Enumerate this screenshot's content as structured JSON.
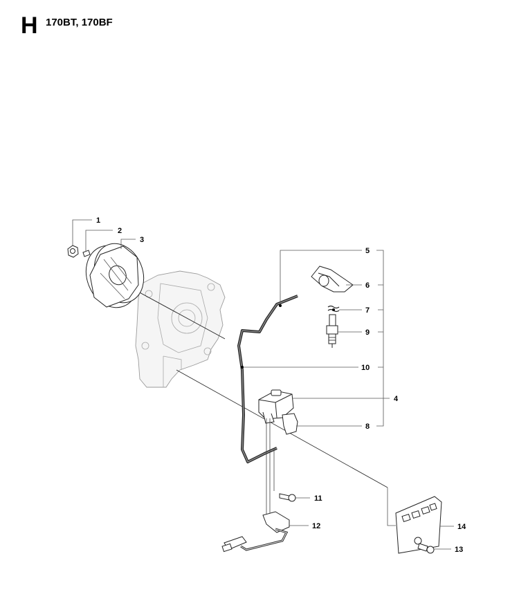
{
  "header": {
    "section": "H",
    "models": "170BT, 170BF"
  },
  "callouts": [
    {
      "id": "1",
      "text": "1"
    },
    {
      "id": "2",
      "text": "2"
    },
    {
      "id": "3",
      "text": "3"
    },
    {
      "id": "5",
      "text": "5"
    },
    {
      "id": "6",
      "text": "6"
    },
    {
      "id": "7",
      "text": "7"
    },
    {
      "id": "9",
      "text": "9"
    },
    {
      "id": "10",
      "text": "10"
    },
    {
      "id": "4",
      "text": "4"
    },
    {
      "id": "8",
      "text": "8"
    },
    {
      "id": "11",
      "text": "11"
    },
    {
      "id": "12",
      "text": "12"
    },
    {
      "id": "14",
      "text": "14"
    },
    {
      "id": "13",
      "text": "13"
    }
  ]
}
